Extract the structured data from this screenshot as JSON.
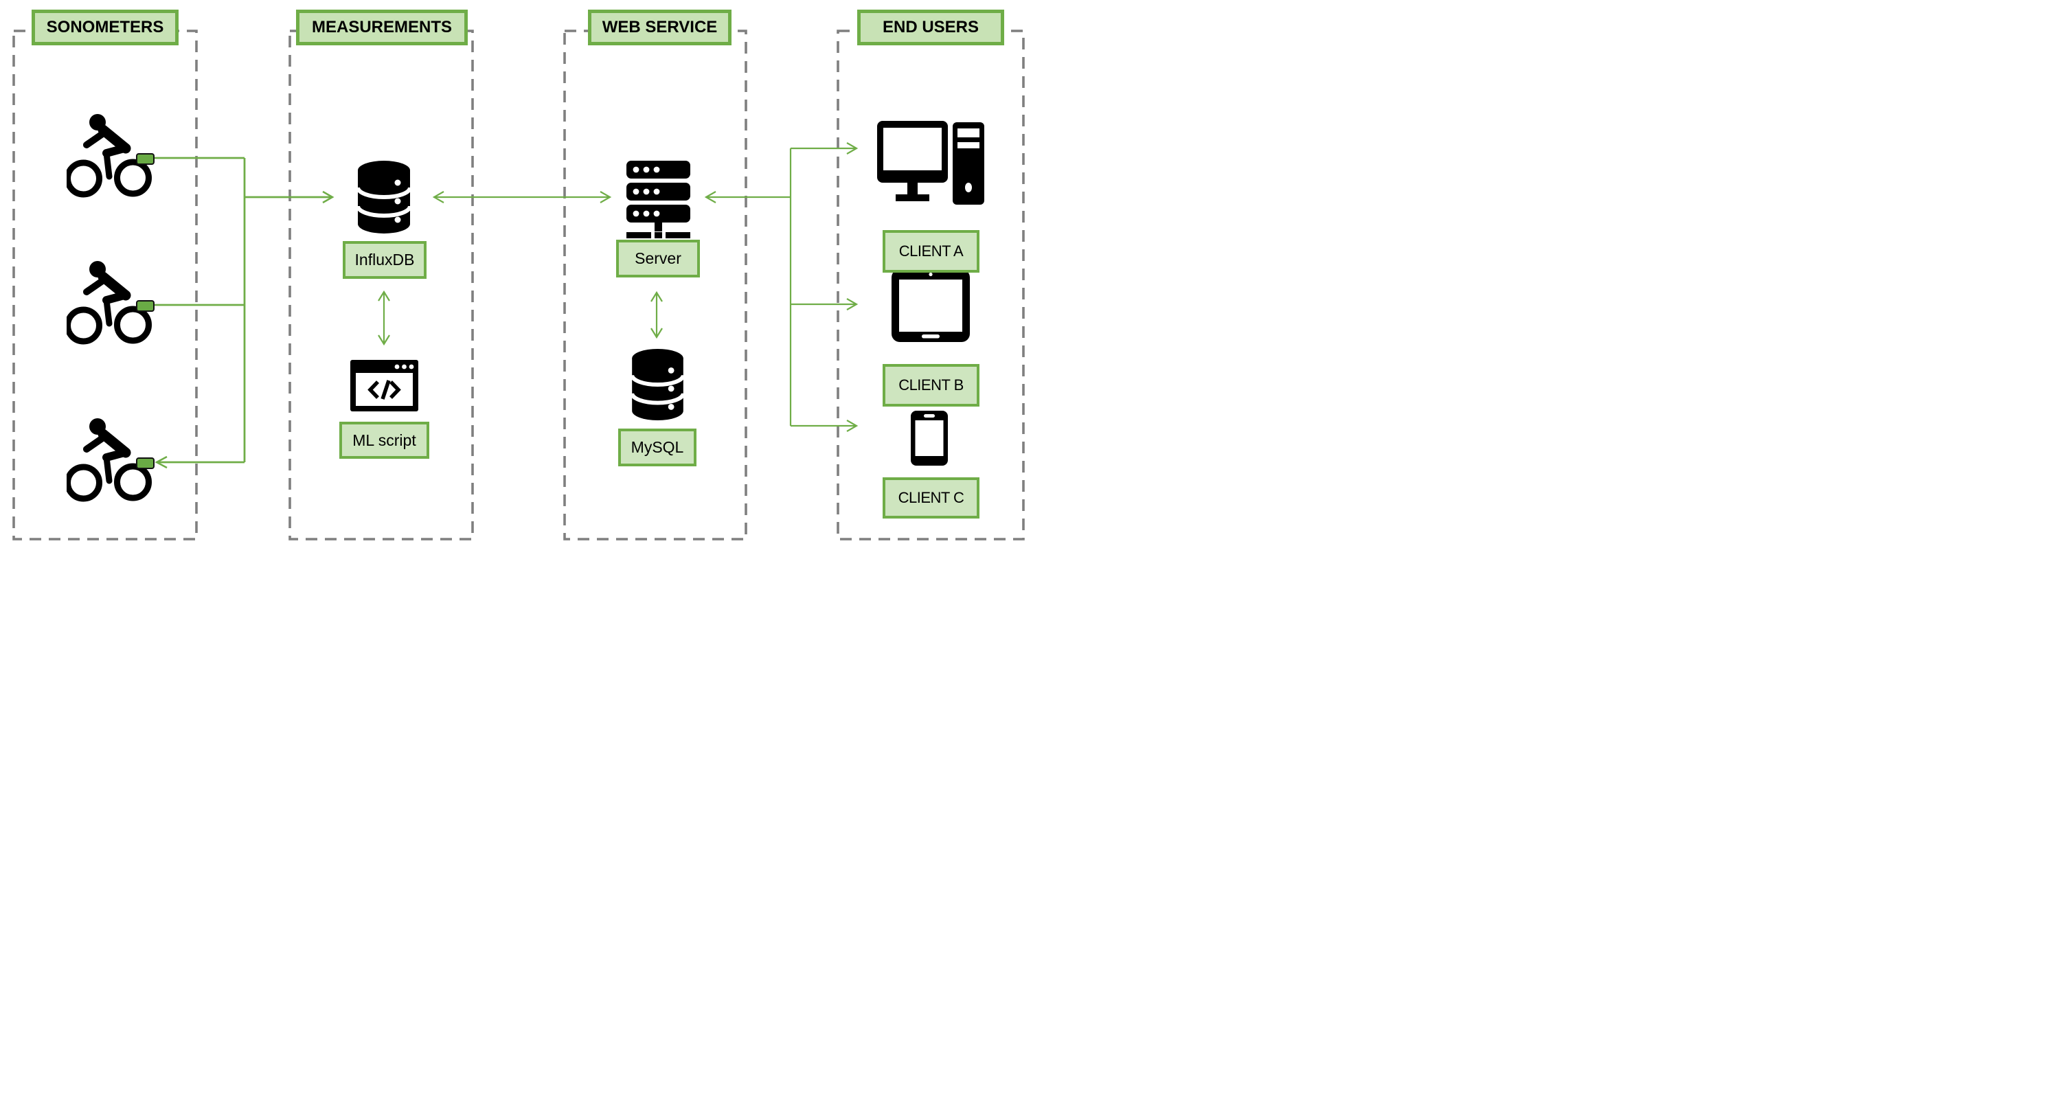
{
  "columns": [
    {
      "id": "sonometers",
      "title": "SONOMETERS"
    },
    {
      "id": "measurements",
      "title": "MEASUREMENTS"
    },
    {
      "id": "web-service",
      "title": "WEB SERVICE"
    },
    {
      "id": "end-users",
      "title": "END USERS"
    }
  ],
  "nodes": {
    "sonometer_1": {
      "icon": "cyclist-with-sonometer-icon"
    },
    "sonometer_2": {
      "icon": "cyclist-with-sonometer-icon"
    },
    "sonometer_3": {
      "icon": "cyclist-with-sonometer-icon"
    },
    "influxdb": {
      "label": "InfluxDB",
      "icon": "database-cylinder-icon"
    },
    "ml_script": {
      "label": "ML script",
      "icon": "code-window-icon"
    },
    "server": {
      "label": "Server",
      "icon": "server-rack-icon"
    },
    "mysql": {
      "label": "MySQL",
      "icon": "database-cylinder-icon"
    },
    "client_a": {
      "label": "CLIENT A",
      "icon": "desktop-computer-icon"
    },
    "client_b": {
      "label": "CLIENT B",
      "icon": "tablet-icon"
    },
    "client_c": {
      "label": "CLIENT C",
      "icon": "smartphone-icon"
    }
  },
  "edges": [
    {
      "from": "sonometer-1",
      "to": "sonometer-hub",
      "arrow": "none"
    },
    {
      "from": "sonometer-2",
      "to": "sonometer-hub",
      "arrow": "none"
    },
    {
      "from": "sonometer-hub",
      "to": "influxdb",
      "arrow": "end"
    },
    {
      "from": "sonometer-hub",
      "to": "sonometer-3",
      "arrow": "end"
    },
    {
      "from": "influxdb",
      "to": "server",
      "arrow": "both"
    },
    {
      "from": "influxdb",
      "to": "ml-script",
      "arrow": "both"
    },
    {
      "from": "server",
      "to": "mysql",
      "arrow": "both"
    },
    {
      "from": "client-hub",
      "to": "server",
      "arrow": "end"
    },
    {
      "from": "client-hub",
      "to": "client-a",
      "arrow": "end"
    },
    {
      "from": "client-hub",
      "to": "client-b",
      "arrow": "end"
    },
    {
      "from": "client-hub",
      "to": "client-c",
      "arrow": "end"
    }
  ],
  "colors": {
    "accent_green": "#6fad47",
    "light_green_fill": "#cee5bf",
    "header_fill": "#c8e2b5",
    "dashed_border_gray": "#7f7f7f",
    "icon_black": "#000000"
  }
}
